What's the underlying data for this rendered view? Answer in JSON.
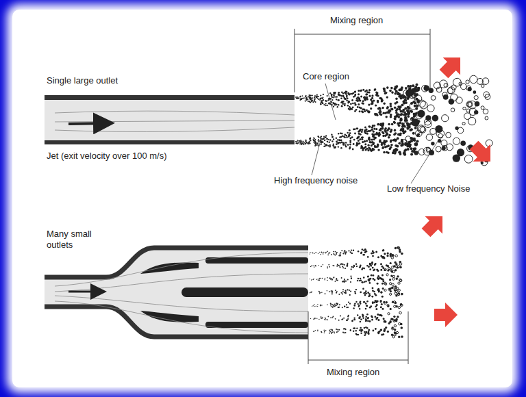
{
  "diagram": {
    "labels": [
      "Mixing region",
      "Single large outlet",
      "Core region",
      "Jet (exit velocity over 100 m/s)",
      "High frequency noise",
      "Low frequency Noise",
      "Many small outlets",
      "Mixing region"
    ]
  }
}
